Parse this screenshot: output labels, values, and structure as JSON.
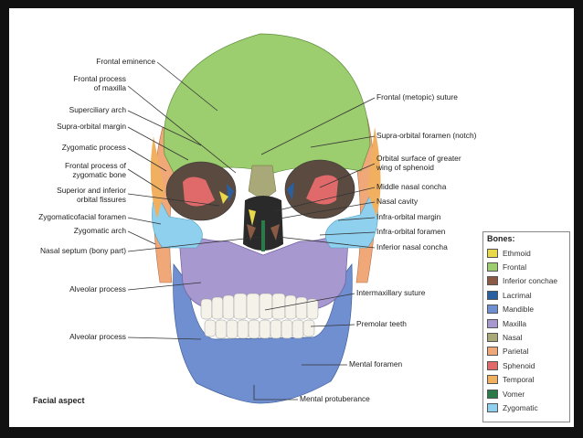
{
  "caption": "Facial aspect",
  "labels_left": [
    {
      "id": "frontal-eminence",
      "text": "Frontal eminence"
    },
    {
      "id": "frontal-process-maxilla",
      "text": "Frontal process\nof maxilla"
    },
    {
      "id": "superciliary-arch",
      "text": "Superciliary arch"
    },
    {
      "id": "supra-orbital-margin",
      "text": "Supra-orbital margin"
    },
    {
      "id": "zygomatic-process",
      "text": "Zygomatic process"
    },
    {
      "id": "frontal-process-zygomatic",
      "text": "Frontal process of\nzygomatic bone"
    },
    {
      "id": "orbital-fissures",
      "text": "Superior and inferior\norbital fissures"
    },
    {
      "id": "zygomaticofacial-foramen",
      "text": "Zygomaticofacial foramen"
    },
    {
      "id": "zygomatic-arch",
      "text": "Zygomatic arch"
    },
    {
      "id": "nasal-septum",
      "text": "Nasal septum (bony part)"
    },
    {
      "id": "alveolar-process-upper",
      "text": "Alveolar process"
    },
    {
      "id": "alveolar-process-lower",
      "text": "Alveolar process"
    }
  ],
  "labels_right": [
    {
      "id": "frontal-metopic-suture",
      "text": "Frontal (metopic) suture"
    },
    {
      "id": "supra-orbital-foramen",
      "text": "Supra-orbital foramen (notch)"
    },
    {
      "id": "orbital-surface-sphenoid",
      "text": "Orbital surface of greater\nwing of sphenoid"
    },
    {
      "id": "middle-nasal-concha",
      "text": "Middle nasal concha"
    },
    {
      "id": "nasal-cavity",
      "text": "Nasal cavity"
    },
    {
      "id": "infra-orbital-margin",
      "text": "Infra-orbital margin"
    },
    {
      "id": "infra-orbital-foramen",
      "text": "Infra-orbital foramen"
    },
    {
      "id": "inferior-nasal-concha",
      "text": "Inferior nasal concha"
    },
    {
      "id": "intermaxillary-suture",
      "text": "Intermaxillary suture"
    },
    {
      "id": "premolar-teeth",
      "text": "Premolar teeth"
    },
    {
      "id": "mental-foramen",
      "text": "Mental foramen"
    }
  ],
  "labels_bottom": [
    {
      "id": "mental-protuberance",
      "text": "Mental protuberance"
    }
  ],
  "legend": {
    "title": "Bones:",
    "items": [
      {
        "name": "Ethmoid",
        "color": "#e8d84a"
      },
      {
        "name": "Frontal",
        "color": "#9ccd6e"
      },
      {
        "name": "Inferior conchae",
        "color": "#8a5a45"
      },
      {
        "name": "Lacrimal",
        "color": "#2a5fa0"
      },
      {
        "name": "Mandible",
        "color": "#6f8fd0"
      },
      {
        "name": "Maxilla",
        "color": "#a898d0"
      },
      {
        "name": "Nasal",
        "color": "#a8a878"
      },
      {
        "name": "Parietal",
        "color": "#f0a878"
      },
      {
        "name": "Sphenoid",
        "color": "#e06a6a"
      },
      {
        "name": "Temporal",
        "color": "#f0b060"
      },
      {
        "name": "Vomer",
        "color": "#2a7a4a"
      },
      {
        "name": "Zygomatic",
        "color": "#8ed0ee"
      }
    ]
  }
}
